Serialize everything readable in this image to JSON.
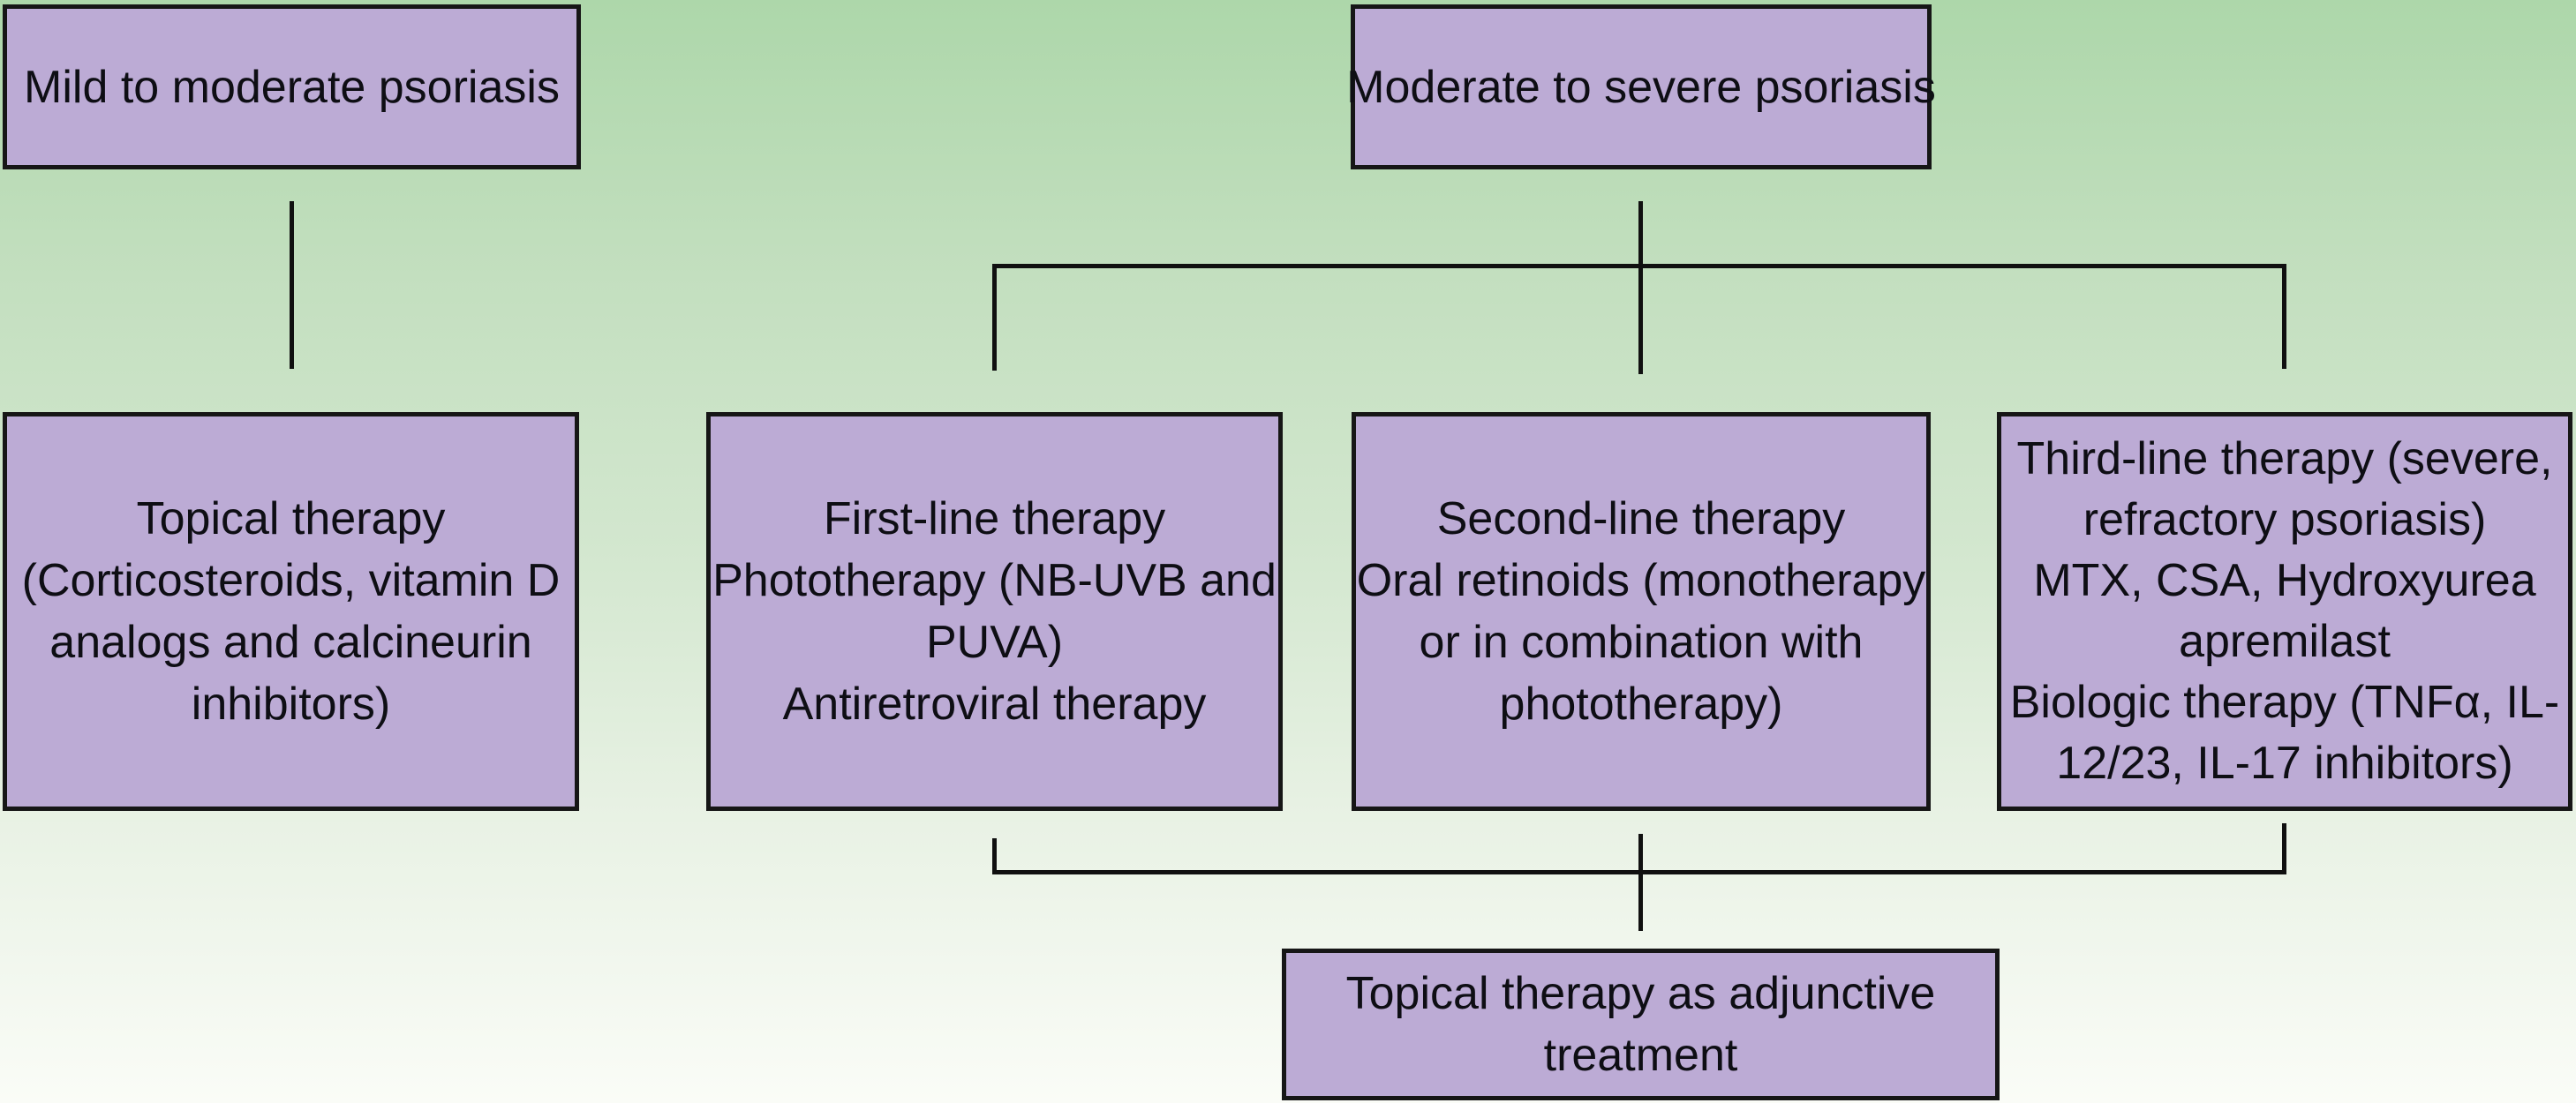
{
  "colors": {
    "background_top": "#add7aa",
    "background_middle": "#d3e7cf",
    "background_bottom": "#fafcf7",
    "box_fill": "#bcabd5",
    "box_border": "#161616",
    "connector_line": "#101010",
    "text": "#0e0e14"
  },
  "nodes": {
    "mild_to_moderate": {
      "lines": [
        "Mild to moderate psoriasis"
      ]
    },
    "moderate_to_severe": {
      "lines": [
        "Moderate to severe psoriasis"
      ]
    },
    "topical_therapy": {
      "lines": [
        "Topical therapy",
        "(Corticosteroids, vitamin D",
        "analogs and calcineurin",
        "inhibitors)"
      ]
    },
    "first_line": {
      "lines": [
        "First-line therapy",
        "Phototherapy (NB-UVB and",
        "PUVA)",
        "Antiretroviral therapy"
      ]
    },
    "second_line": {
      "lines": [
        "Second-line therapy",
        "Oral retinoids (monotherapy",
        "or in combination with",
        "phototherapy)"
      ]
    },
    "third_line": {
      "lines": [
        "Third-line therapy (severe,",
        "refractory psoriasis)",
        "MTX, CSA, Hydroxyurea",
        "apremilast",
        "Biologic therapy (TNFα, IL-",
        "12/23, IL-17 inhibitors)"
      ]
    },
    "adjunctive": {
      "lines": [
        "Topical therapy as adjunctive",
        "treatment"
      ]
    }
  }
}
